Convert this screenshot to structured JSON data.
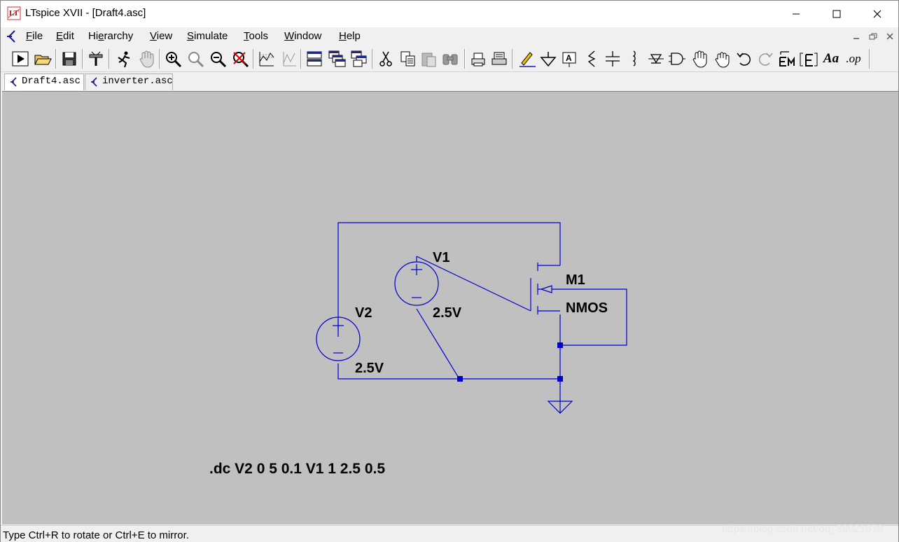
{
  "window": {
    "title": "LTspice XVII - [Draft4.asc]"
  },
  "menu": {
    "items": [
      {
        "key": "F",
        "rest": "ile"
      },
      {
        "key": "E",
        "rest": "dit"
      },
      {
        "pre": "Hi",
        "key": "e",
        "rest": "rarchy"
      },
      {
        "key": "V",
        "rest": "iew"
      },
      {
        "key": "S",
        "rest": "imulate"
      },
      {
        "key": "T",
        "rest": "ools"
      },
      {
        "key": "W",
        "rest": "indow"
      },
      {
        "key": "H",
        "rest": "elp"
      }
    ]
  },
  "toolbar": {
    "icons": [
      "run-icon",
      "open-icon",
      "save-icon",
      "control-panel-icon",
      "halt-icon",
      "pan-icon",
      "zoom-in-icon",
      "zoom-full-icon",
      "zoom-out-icon",
      "zoom-cancel-icon",
      "autorange-icon",
      "delete-trace-icon",
      "tile-horizontal-icon",
      "cascade-icon",
      "tile-vertical-icon",
      "cut-icon",
      "copy-icon",
      "paste-icon",
      "find-icon",
      "print-preview-icon",
      "print-icon",
      "draw-wire-icon",
      "ground-icon",
      "label-net-icon",
      "resistor-icon",
      "capacitor-icon",
      "inductor-icon",
      "diode-icon",
      "component-icon",
      "move-icon",
      "drag-icon",
      "undo-icon",
      "redo-icon",
      "rotate-icon",
      "mirror-icon",
      "text-icon",
      "spice-directive-icon"
    ],
    "text_aa": "Aa",
    "text_op": ".op"
  },
  "tabs": [
    {
      "label": "Draft4.asc",
      "active": true
    },
    {
      "label": "inverter.asc",
      "active": false
    }
  ],
  "schematic": {
    "wire_color": "#0000cc",
    "components": {
      "v1": {
        "name": "V1",
        "value": "2.5V"
      },
      "v2": {
        "name": "V2",
        "value": "2.5V"
      },
      "m1": {
        "name": "M1",
        "model": "NMOS"
      }
    },
    "directive": ".dc V2 0 5 0.1 V1 1 2.5 0.5"
  },
  "status": {
    "text": "Type Ctrl+R to rotate or Ctrl+E to mirror."
  },
  "watermark": "https://blog.csdn.net/qq_39021670"
}
